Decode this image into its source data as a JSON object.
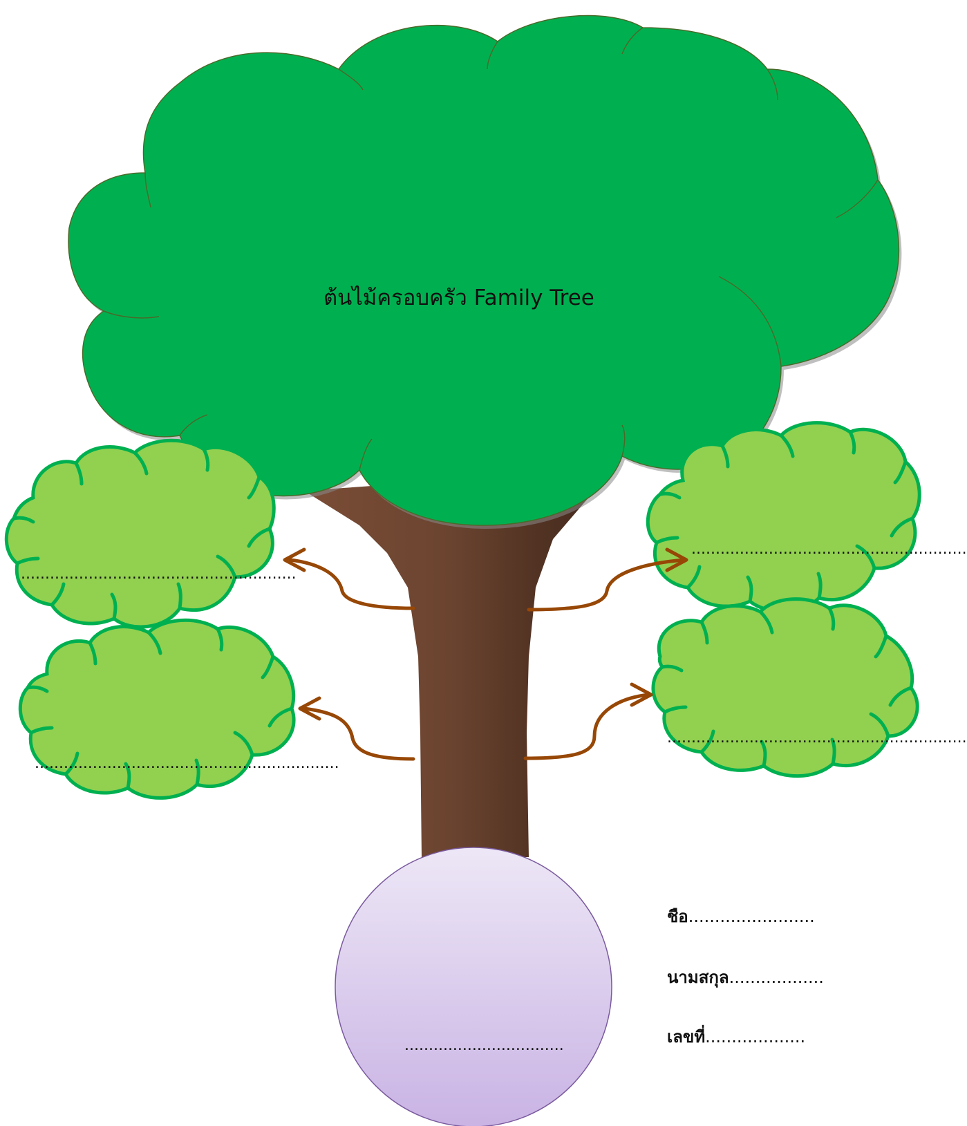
{
  "title": "ต้นไม้ครอบครัว Family Tree",
  "colors": {
    "canopy": "#00b050",
    "canopy_outline": "#4a6a2a",
    "bush_fill": "#92d050",
    "bush_outline": "#00b050",
    "trunk": "#6b4430",
    "trunk_shadow": "#4a2e20",
    "arrow": "#974706",
    "circle_top": "#ede7f6",
    "circle_bottom": "#c9b3e4",
    "circle_outline": "#7a5a9e"
  },
  "branches": {
    "left_upper": ".........................................................",
    "left_lower": "...............................................................",
    "right_upper": "............................................................",
    "right_lower": "..............................................................."
  },
  "root_circle": {
    "blank": "................................."
  },
  "student": {
    "name_label": "ชือ",
    "name_blank": "........................",
    "surname_label": "นามสกุล",
    "surname_blank": "..................",
    "number_label": "เลขที่",
    "number_blank": "..................."
  }
}
